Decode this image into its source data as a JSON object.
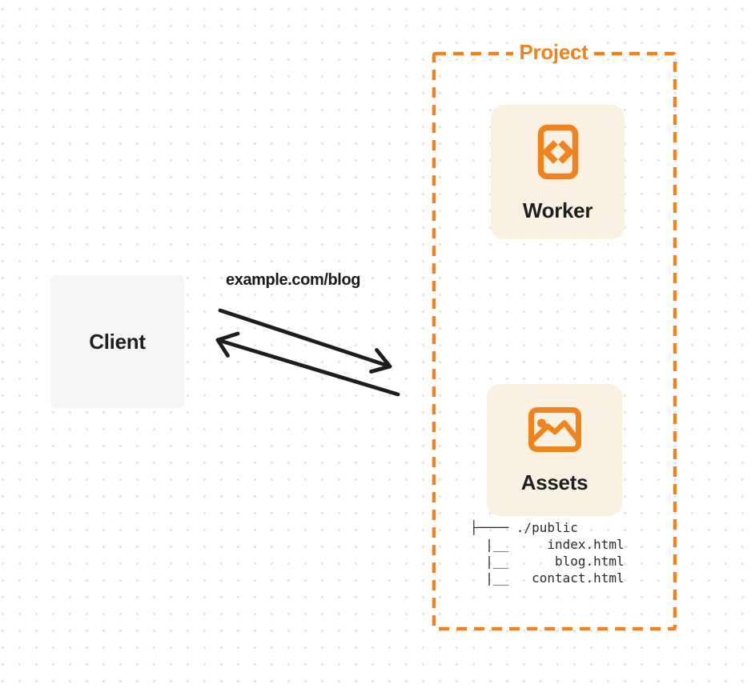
{
  "diagram": {
    "client": {
      "label": "Client"
    },
    "request_label": "example.com/blog",
    "project": {
      "label": "Project",
      "worker": {
        "label": "Worker",
        "icon": "code-file-icon"
      },
      "assets": {
        "label": "Assets",
        "icon": "image-icon",
        "file_tree": "├──── ./public\n  |__     index.html\n  |__      blog.html\n  |__   contact.html",
        "files": [
          "./public",
          "index.html",
          "blog.html",
          "contact.html"
        ]
      }
    },
    "arrows": {
      "request_direction": "client-to-project",
      "response_direction": "project-to-client"
    },
    "colors": {
      "accent_orange": "#ef831f",
      "card_background": "#fbf1e3",
      "client_background": "#f4f5f5",
      "arrow_black": "#1c1d1f",
      "text_dark": "#1d1f21",
      "dot_grid": "#e3e3e6"
    }
  }
}
